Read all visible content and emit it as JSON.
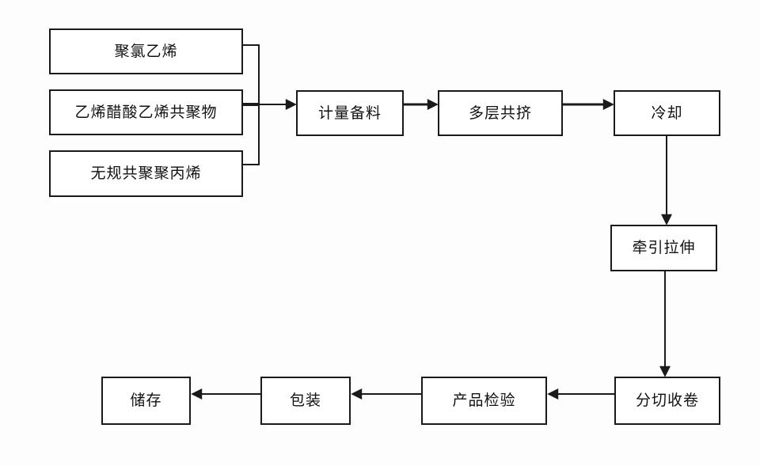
{
  "diagram": {
    "type": "flowchart",
    "description": "Production process flowchart",
    "line_color": "#1a1a1a",
    "node_fill": "#ffffff",
    "nodes": [
      {
        "id": "pvc",
        "label": "聚氯乙烯"
      },
      {
        "id": "eva",
        "label": "乙烯醋酸乙烯共聚物"
      },
      {
        "id": "random-pp",
        "label": "无规共聚聚丙烯"
      },
      {
        "id": "metering",
        "label": "计量备料"
      },
      {
        "id": "coextrusion",
        "label": "多层共挤"
      },
      {
        "id": "cooling",
        "label": "冷却"
      },
      {
        "id": "stretching",
        "label": "牵引拉伸"
      },
      {
        "id": "slitting",
        "label": "分切收卷"
      },
      {
        "id": "inspection",
        "label": "产品检验"
      },
      {
        "id": "packing",
        "label": "包装"
      },
      {
        "id": "storage",
        "label": "储存"
      }
    ],
    "edges": [
      {
        "from": "pvc",
        "to": "metering"
      },
      {
        "from": "eva",
        "to": "metering"
      },
      {
        "from": "random-pp",
        "to": "metering"
      },
      {
        "from": "metering",
        "to": "coextrusion"
      },
      {
        "from": "coextrusion",
        "to": "cooling"
      },
      {
        "from": "cooling",
        "to": "stretching"
      },
      {
        "from": "stretching",
        "to": "slitting"
      },
      {
        "from": "slitting",
        "to": "inspection"
      },
      {
        "from": "inspection",
        "to": "packing"
      },
      {
        "from": "packing",
        "to": "storage"
      }
    ]
  }
}
